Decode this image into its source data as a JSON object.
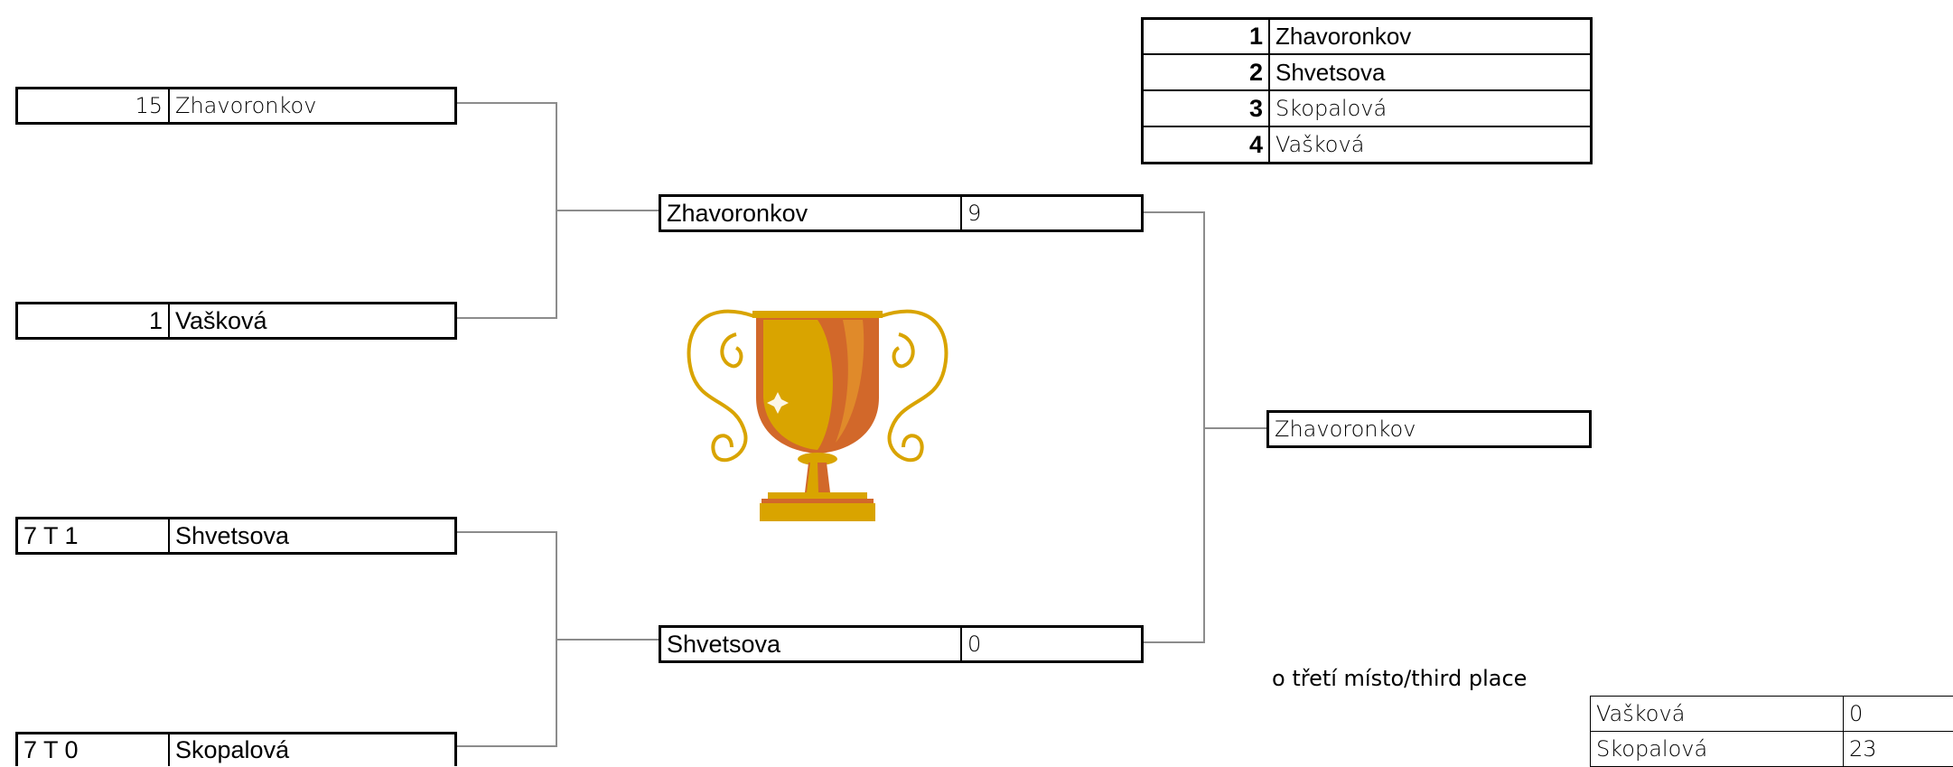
{
  "round1": {
    "match1": {
      "top": {
        "seed": "15",
        "name": "Zhavoronkov"
      },
      "bottom": {
        "seed": "1",
        "name": "Vašková"
      }
    },
    "match2": {
      "top": {
        "seed": "7 T 1",
        "name": "Shvetsova"
      },
      "bottom": {
        "seed": "7 T 0",
        "name": "Skopalová"
      }
    }
  },
  "semifinal": {
    "top": {
      "name": "Zhavoronkov",
      "score": "9"
    },
    "bottom": {
      "name": "Shvetsova",
      "score": "0"
    }
  },
  "champion": {
    "name": "Zhavoronkov"
  },
  "standings": [
    {
      "rank": "1",
      "name": "Zhavoronkov"
    },
    {
      "rank": "2",
      "name": "Shvetsova"
    },
    {
      "rank": "3",
      "name": "Skopalová"
    },
    {
      "rank": "4",
      "name": "Vašková"
    }
  ],
  "third_place": {
    "label": "o třetí místo/third place",
    "rows": [
      {
        "name": "Vašková",
        "score": "0"
      },
      {
        "name": "Skopalová",
        "score": "23"
      }
    ]
  },
  "colors": {
    "connector": "#8c8c8c",
    "trophy_gold": "#d9a400",
    "trophy_orange": "#d2682a"
  },
  "icons": {
    "trophy": "trophy-icon"
  }
}
